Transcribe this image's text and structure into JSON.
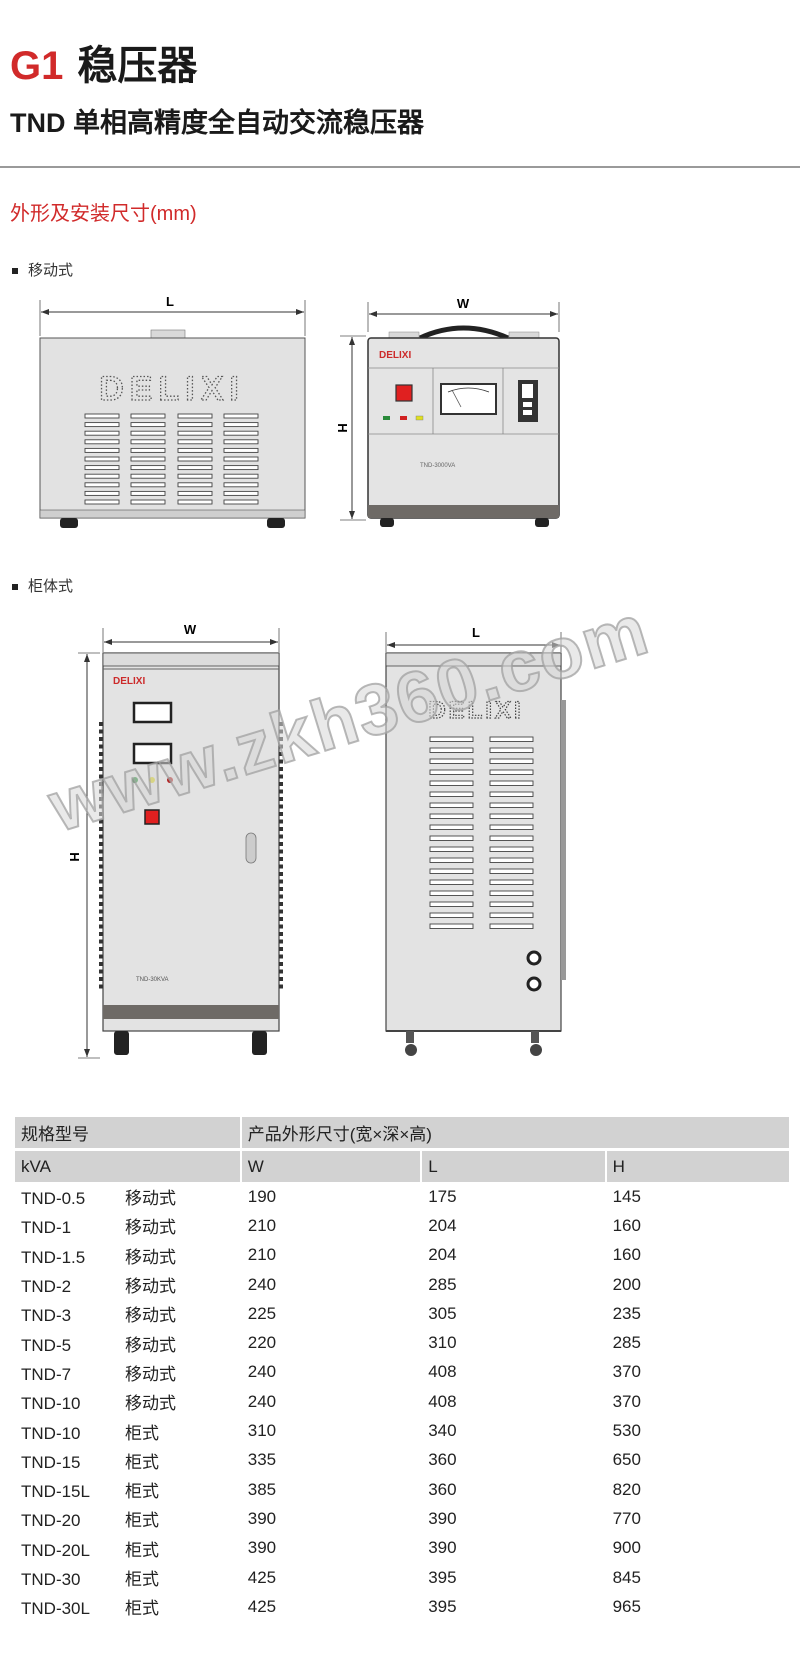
{
  "header": {
    "series_code": "G1",
    "series_name": "稳压器",
    "subtitle": "TND 单相高精度全自动交流稳压器"
  },
  "section_title": "外形及安装尺寸(mm)",
  "portable": {
    "label": "移动式",
    "dim_L": "L",
    "dim_W": "W",
    "dim_H": "H",
    "brand": "DELIXI",
    "model_plate": "TND-3000VA"
  },
  "cabinet": {
    "label": "柜体式",
    "dim_W": "W",
    "dim_L": "L",
    "dim_H": "H",
    "brand": "DELIXI",
    "model_plate": "TND-30KVA"
  },
  "watermark": "www.zkh360.com",
  "table": {
    "header_model": "规格型号",
    "header_dims": "产品外形尺寸(宽×深×高)",
    "sub_kva": "kVA",
    "sub_w": "W",
    "sub_l": "L",
    "sub_h": "H",
    "rows": [
      {
        "model": "TND-0.5",
        "type": "移动式",
        "w": "190",
        "l": "175",
        "h": "145"
      },
      {
        "model": "TND-1",
        "type": "移动式",
        "w": "210",
        "l": "204",
        "h": "160"
      },
      {
        "model": "TND-1.5",
        "type": "移动式",
        "w": "210",
        "l": "204",
        "h": "160"
      },
      {
        "model": "TND-2",
        "type": "移动式",
        "w": "240",
        "l": "285",
        "h": "200"
      },
      {
        "model": "TND-3",
        "type": "移动式",
        "w": "225",
        "l": "305",
        "h": "235"
      },
      {
        "model": "TND-5",
        "type": "移动式",
        "w": "220",
        "l": "310",
        "h": "285"
      },
      {
        "model": "TND-7",
        "type": "移动式",
        "w": "240",
        "l": "408",
        "h": "370"
      },
      {
        "model": "TND-10",
        "type": "移动式",
        "w": "240",
        "l": "408",
        "h": "370"
      },
      {
        "model": "TND-10",
        "type": "柜式",
        "w": "310",
        "l": "340",
        "h": "530"
      },
      {
        "model": "TND-15",
        "type": "柜式",
        "w": "335",
        "l": "360",
        "h": "650"
      },
      {
        "model": "TND-15L",
        "type": "柜式",
        "w": "385",
        "l": "360",
        "h": "820"
      },
      {
        "model": "TND-20",
        "type": "柜式",
        "w": "390",
        "l": "390",
        "h": "770"
      },
      {
        "model": "TND-20L",
        "type": "柜式",
        "w": "390",
        "l": "390",
        "h": "900"
      },
      {
        "model": "TND-30",
        "type": "柜式",
        "w": "425",
        "l": "395",
        "h": "845"
      },
      {
        "model": "TND-30L",
        "type": "柜式",
        "w": "425",
        "l": "395",
        "h": "965"
      }
    ]
  }
}
